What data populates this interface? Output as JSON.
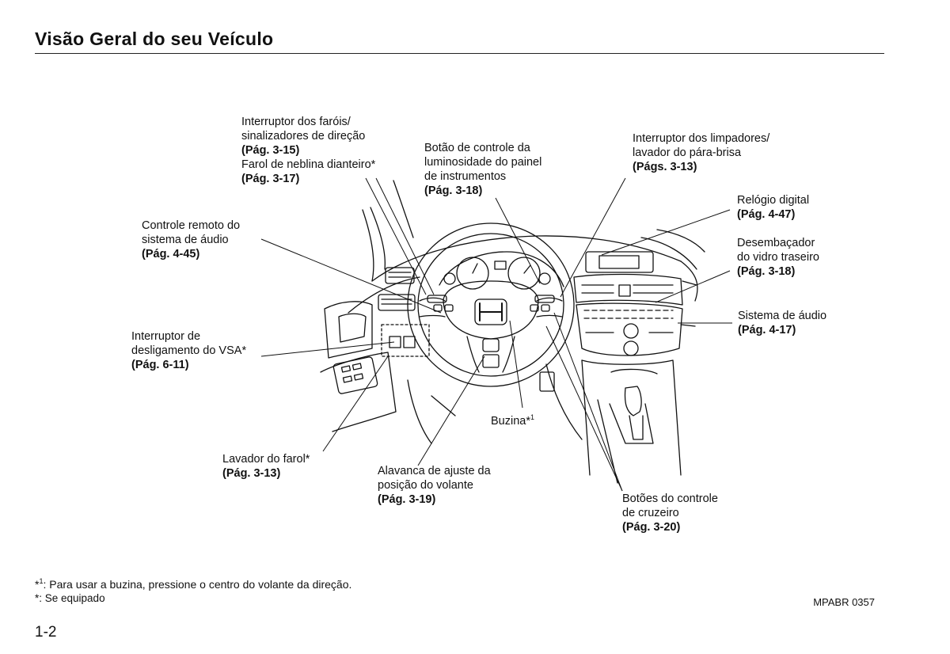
{
  "header": {
    "title": "Visão Geral do seu Veículo"
  },
  "callouts": {
    "headlights": {
      "l1": "Interruptor dos faróis/",
      "l2": "sinalizadores de direção",
      "ref1": "(Pág. 3-15)",
      "l3": "Farol de neblina dianteiro*",
      "ref2": "(Pág. 3-17)"
    },
    "brightness": {
      "l1": "Botão de controle da",
      "l2": "luminosidade do painel",
      "l3": "de instrumentos",
      "ref": "(Pág. 3-18)"
    },
    "wipers": {
      "l1": "Interruptor dos limpadores/",
      "l2": "lavador do pára-brisa",
      "ref": "(Págs. 3-13)"
    },
    "clock": {
      "l1": "Relógio digital",
      "ref": "(Pág. 4-47)"
    },
    "defroster": {
      "l1": "Desembaçador",
      "l2": "do vidro traseiro",
      "ref": "(Pág. 3-18)"
    },
    "audio_system": {
      "l1": "Sistema de áudio",
      "ref": "(Pág. 4-17)"
    },
    "audio_remote": {
      "l1": "Controle remoto do",
      "l2": "sistema de áudio",
      "ref": "(Pág. 4-45)"
    },
    "vsa": {
      "l1": "Interruptor de",
      "l2": "desligamento do VSA*",
      "ref": "(Pág. 6-11)"
    },
    "horn": {
      "l1": "Buzina*",
      "sup": "1"
    },
    "headlight_washer": {
      "l1": "Lavador do farol*",
      "ref": "(Pág. 3-13)"
    },
    "tilt": {
      "l1": "Alavanca de ajuste da",
      "l2": "posição do volante",
      "ref": "(Pág. 3-19)"
    },
    "cruise": {
      "l1": "Botões do controle",
      "l2": "de cruzeiro",
      "ref": "(Pág. 3-20)"
    }
  },
  "footnotes": {
    "f1_mark": "*",
    "f1_sup": "1",
    "f1_text": ": Para usar a buzina, pressione o centro do volante da direção.",
    "f2_text": "*: Se equipado"
  },
  "figure_code": "MPABR 0357",
  "page_number": "1-2"
}
